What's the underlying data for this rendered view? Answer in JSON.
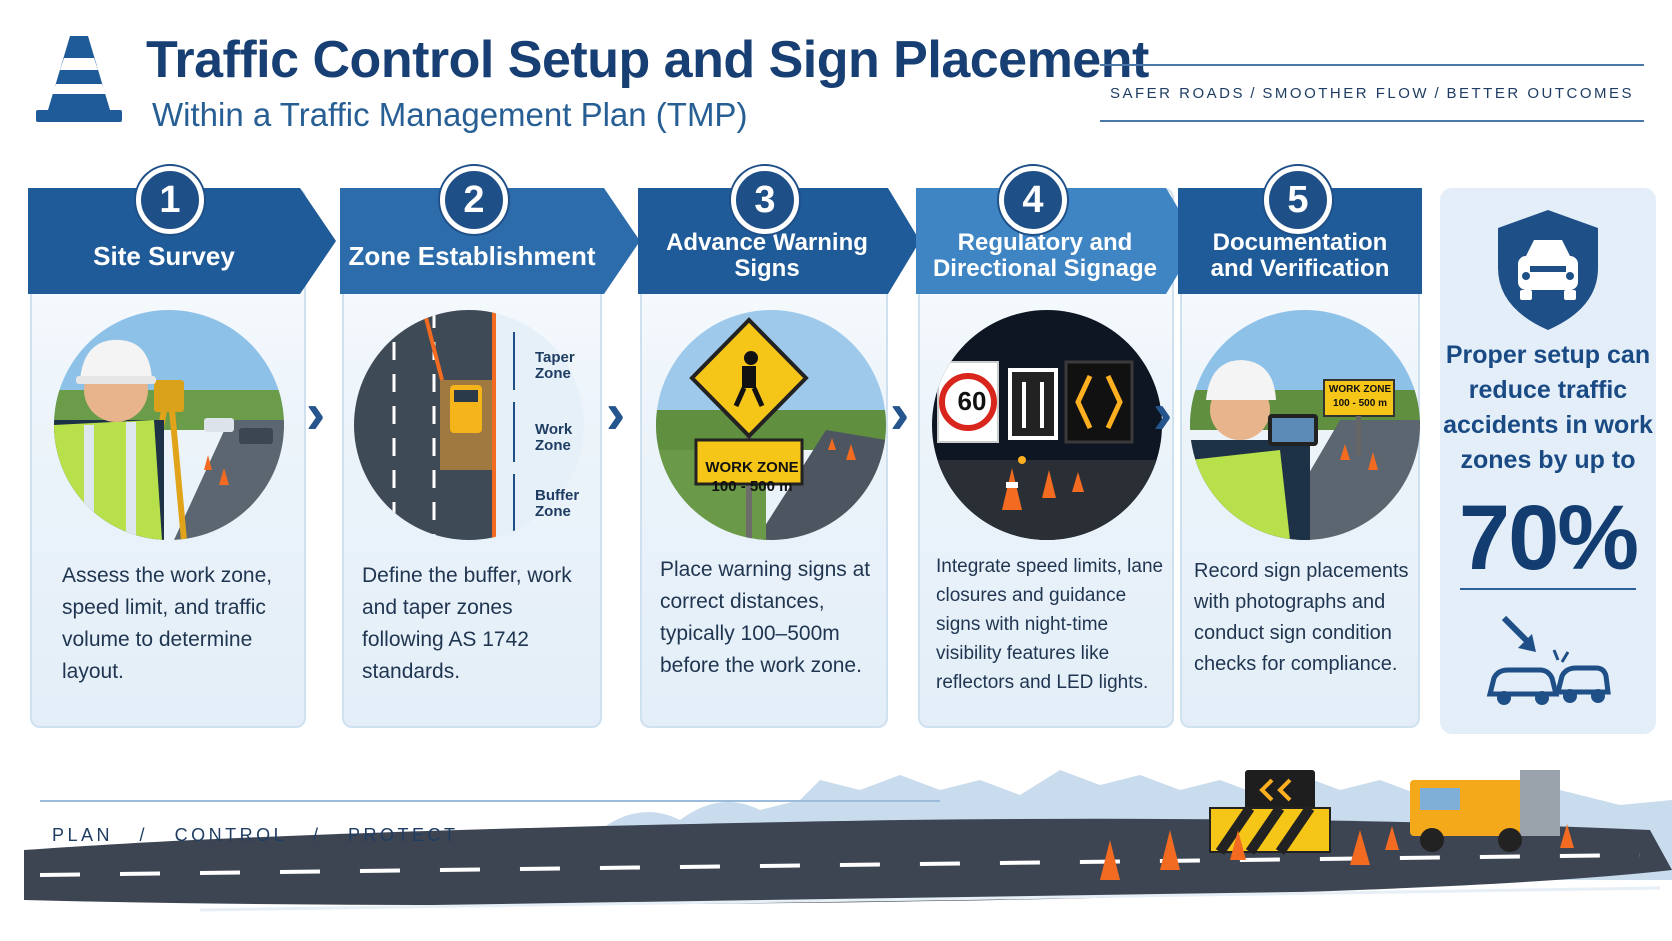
{
  "header": {
    "title": "Traffic Control Setup and Sign Placement",
    "subtitle": "Within a Traffic Management Plan (TMP)",
    "taglines": [
      "SAFER ROADS",
      "SMOOTHER FLOW",
      "BETTER OUTCOMES"
    ],
    "tagline_separator": "/"
  },
  "steps": [
    {
      "number": "1",
      "title": "Site Survey",
      "description": "Assess the work zone, speed limit, and traffic volume to determine layout."
    },
    {
      "number": "2",
      "title": "Zone Establishment",
      "description": "Define the buffer, work and taper zones following AS 1742 standards.",
      "zone_labels": [
        "Taper\nZone",
        "Work\nZone",
        "Buffer\nZone"
      ]
    },
    {
      "number": "3",
      "title": "Advance Warning Signs",
      "description": "Place warning signs at correct distances, typically 100–500m before the work zone.",
      "sign_text": [
        "WORK ZONE",
        "100 - 500 m"
      ]
    },
    {
      "number": "4",
      "title": "Regulatory and\nDirectional Signage",
      "description": "Integrate speed limits, lane closures and guidance signs with night-time visibility features like reflectors and LED lights.",
      "speed_sign": "60"
    },
    {
      "number": "5",
      "title": "Documentation\nand Verification",
      "description": "Record sign placements with photographs and conduct sign condition checks for compliance.",
      "sign_text": [
        "WORK ZONE",
        "100 - 500 m"
      ]
    }
  ],
  "stat": {
    "text": "Proper setup can\nreduce traffic\naccidents in work\nzones by up to",
    "value": "70%"
  },
  "footer": {
    "taglines": [
      "PLAN",
      "CONTROL",
      "PROTECT"
    ],
    "tagline_separator": "/"
  },
  "colors": {
    "primary": "#1f4f87",
    "banner_1": "#1f5b98",
    "banner_2": "#2d6cab",
    "banner_3": "#1f5b98",
    "banner_4": "#3f85c4",
    "banner_5": "#1f5b98",
    "accent_orange": "#f26b21",
    "sign_yellow": "#f5c518"
  }
}
